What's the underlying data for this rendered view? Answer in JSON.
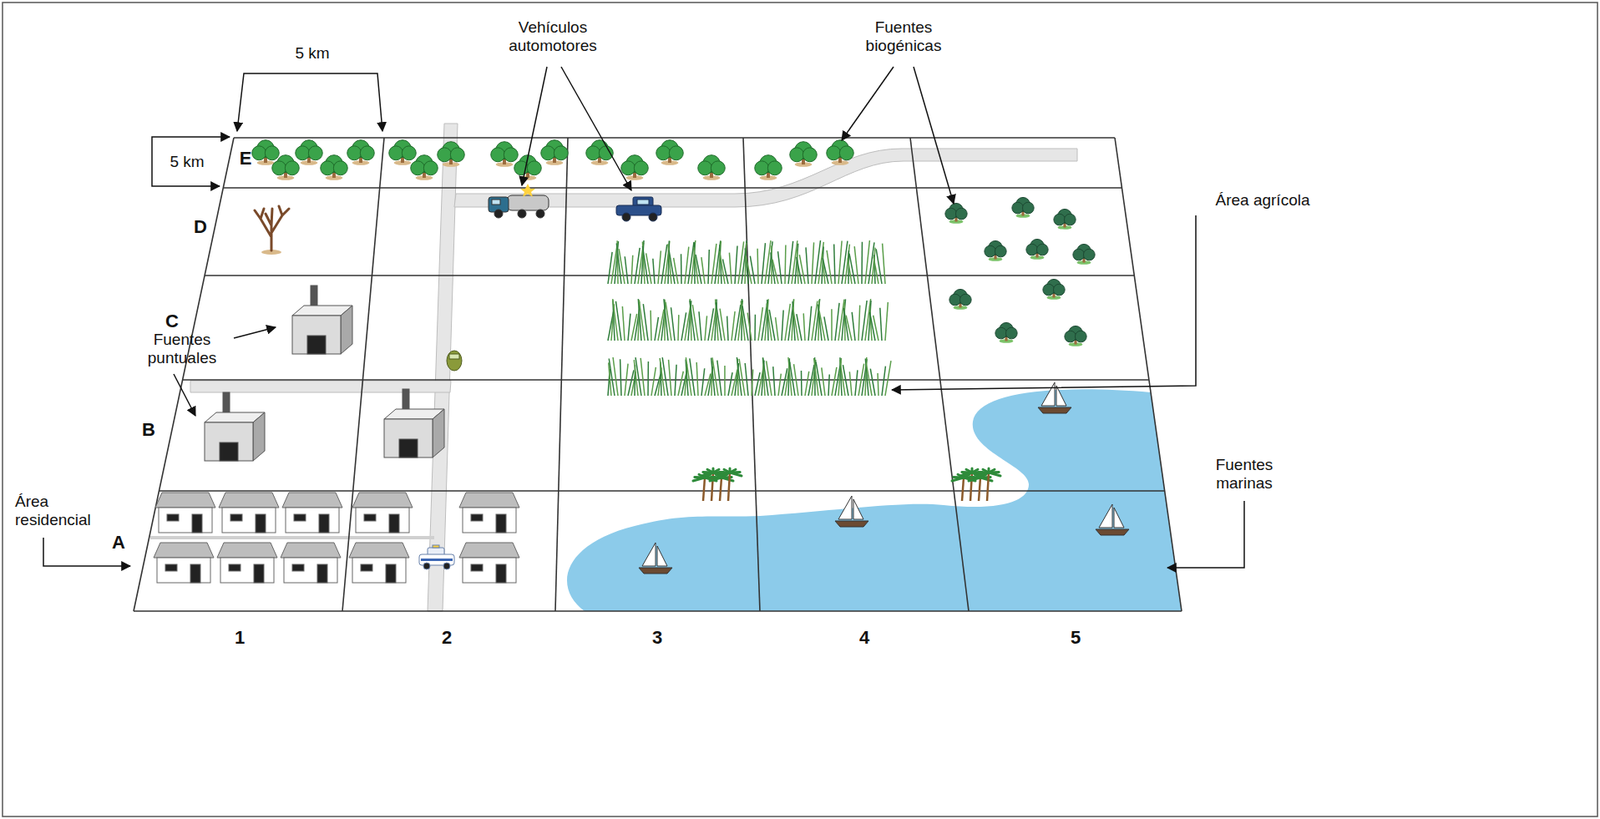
{
  "diagram": {
    "labels": [
      "5 km",
      "5 km",
      "E",
      "D",
      "C",
      "B",
      "A",
      "1",
      "2",
      "3",
      "4",
      "5",
      "Vehículos automotores",
      "Fuentes biogénicas",
      "Fuentes puntuales",
      "Área agrícola",
      "Área residencial",
      "Fuentes marinas"
    ]
  }
}
